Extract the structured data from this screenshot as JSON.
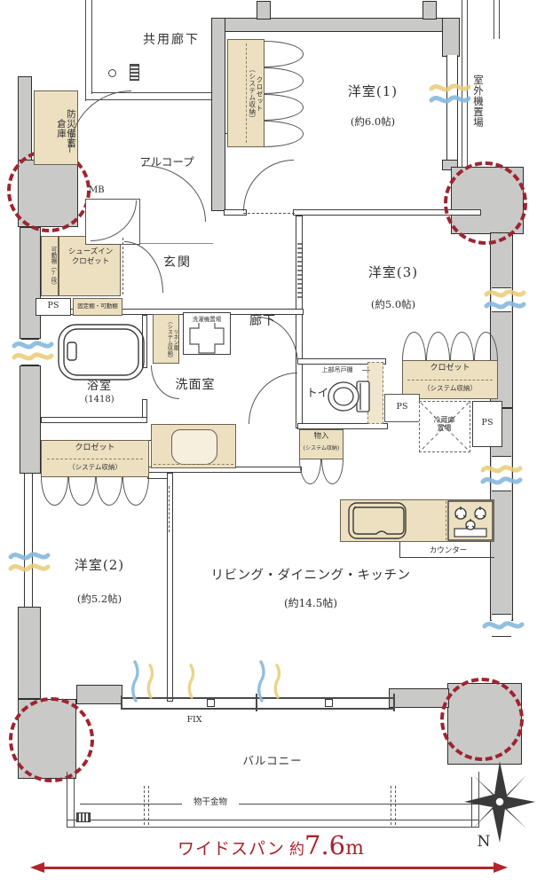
{
  "labels": {
    "common_corridor": "共用廊下",
    "alcove": "アルコープ",
    "mb": "MB",
    "ps": "PS",
    "disaster_line1": "防災備蓄",
    "disaster_line2": "倉庫",
    "outdoor_unit": "室外機置場",
    "entrance": "玄関",
    "hallway": "廊下",
    "washroom": "洗面室",
    "bathroom": "浴室",
    "bathroom_size": "(1418)",
    "toilet": "トイレ",
    "upper_cabinet": "上部吊戸棚",
    "fridge_line1": "冷蔵庫",
    "fridge_line2": "置場",
    "counter": "カウンター",
    "fix": "FIX",
    "balcony": "バルコニー",
    "laundry_hardware": "物干金物",
    "north": "N"
  },
  "rooms": {
    "western1": {
      "name": "洋室(1)",
      "size": "(約6.0帖)"
    },
    "western2": {
      "name": "洋室(2)",
      "size": "(約5.2帖)"
    },
    "western3": {
      "name": "洋室(3)",
      "size": "(約5.0帖)"
    },
    "ldk": {
      "name": "リビング・ダイニング・キッチン",
      "size": "(約14.5帖)"
    }
  },
  "storage": {
    "closet_main": "クロゼット",
    "closet_sub": "（システム収納）",
    "shoes_in_line1": "シューズイン",
    "shoes_in_line2": "クロゼット",
    "movable_shelf": "可動棚（7段）",
    "fixed_shelf": "固定棚・可動棚",
    "linen_main": "リネン庫",
    "linen_sub": "（システム収納）",
    "storage_main": "物入",
    "storage_sub": "(システム収納)",
    "washer": "洗濯機置場"
  },
  "footer": {
    "wide_span_prefix": "ワイドスパン",
    "wide_span_approx": "約",
    "wide_span_value": "7.6",
    "wide_span_unit": "m"
  },
  "colors": {
    "wall_gray": "#c9c9c7",
    "storage_beige": "#ece0c0",
    "accent_red": "#9e2430",
    "wave_blue": "#85b8dc",
    "wave_yellow": "#e9cb74"
  }
}
